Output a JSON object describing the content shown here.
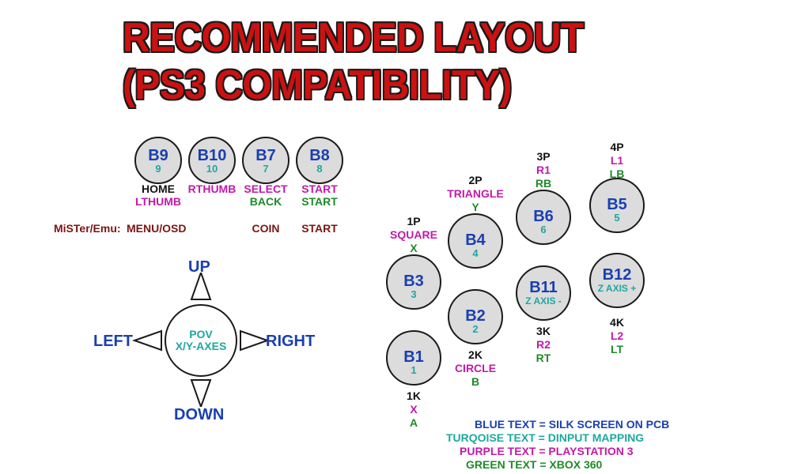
{
  "title": {
    "line1": "RECOMMENDED LAYOUT",
    "line2": "(PS3 COMPATIBILITY)"
  },
  "colors": {
    "title_red": "#cc1111",
    "pcb_blue": "#1a3fb0",
    "dinput_turquoise": "#1ea7a0",
    "ps3_purple": "#c21aa8",
    "xbox_green": "#1f8a2a",
    "button_fill": "#dcdcdc"
  },
  "top_buttons": [
    {
      "pcb": "B9",
      "dinput": "9",
      "label1": "HOME",
      "label2": "LTHUMB",
      "emu": "MENU/OSD"
    },
    {
      "pcb": "B10",
      "dinput": "10",
      "label1": "RTHUMB",
      "label2": "",
      "emu": ""
    },
    {
      "pcb": "B7",
      "dinput": "7",
      "label1": "SELECT",
      "label2": "BACK",
      "emu": "COIN"
    },
    {
      "pcb": "B8",
      "dinput": "8",
      "label1": "START",
      "label2": "START",
      "emu": "START"
    }
  ],
  "emu_label": "MiSTer/Emu:",
  "pov": {
    "line1": "POV",
    "line2": "X/Y-AXES",
    "up": "UP",
    "down": "DOWN",
    "left": "LEFT",
    "right": "RIGHT"
  },
  "buttons": {
    "b1": {
      "pcb": "B1",
      "dinput": "1",
      "code": "1K",
      "ps3": "X",
      "xbox": "A"
    },
    "b2": {
      "pcb": "B2",
      "dinput": "2",
      "code": "2K",
      "ps3": "CIRCLE",
      "xbox": "B"
    },
    "b3": {
      "pcb": "B3",
      "dinput": "3",
      "code": "1P",
      "ps3": "SQUARE",
      "xbox": "X"
    },
    "b4": {
      "pcb": "B4",
      "dinput": "4",
      "code": "2P",
      "ps3": "TRIANGLE",
      "xbox": "Y"
    },
    "b6": {
      "pcb": "B6",
      "dinput": "6",
      "code": "3P",
      "ps3": "R1",
      "xbox": "RB"
    },
    "b5": {
      "pcb": "B5",
      "dinput": "5",
      "code": "4P",
      "ps3": "L1",
      "xbox": "LB"
    },
    "b11": {
      "pcb": "B11",
      "dinput": "Z AXIS -",
      "code": "3K",
      "ps3": "R2",
      "xbox": "RT"
    },
    "b12": {
      "pcb": "B12",
      "dinput": "Z AXIS +",
      "code": "4K",
      "ps3": "L2",
      "xbox": "LT"
    }
  },
  "legend": {
    "blue": "BLUE TEXT = SILK SCREEN ON PCB",
    "turquoise": "TURQOISE TEXT = DINPUT MAPPING",
    "purple": "PURPLE TEXT = PLAYSTATION 3",
    "green": "GREEN TEXT = XBOX 360"
  }
}
